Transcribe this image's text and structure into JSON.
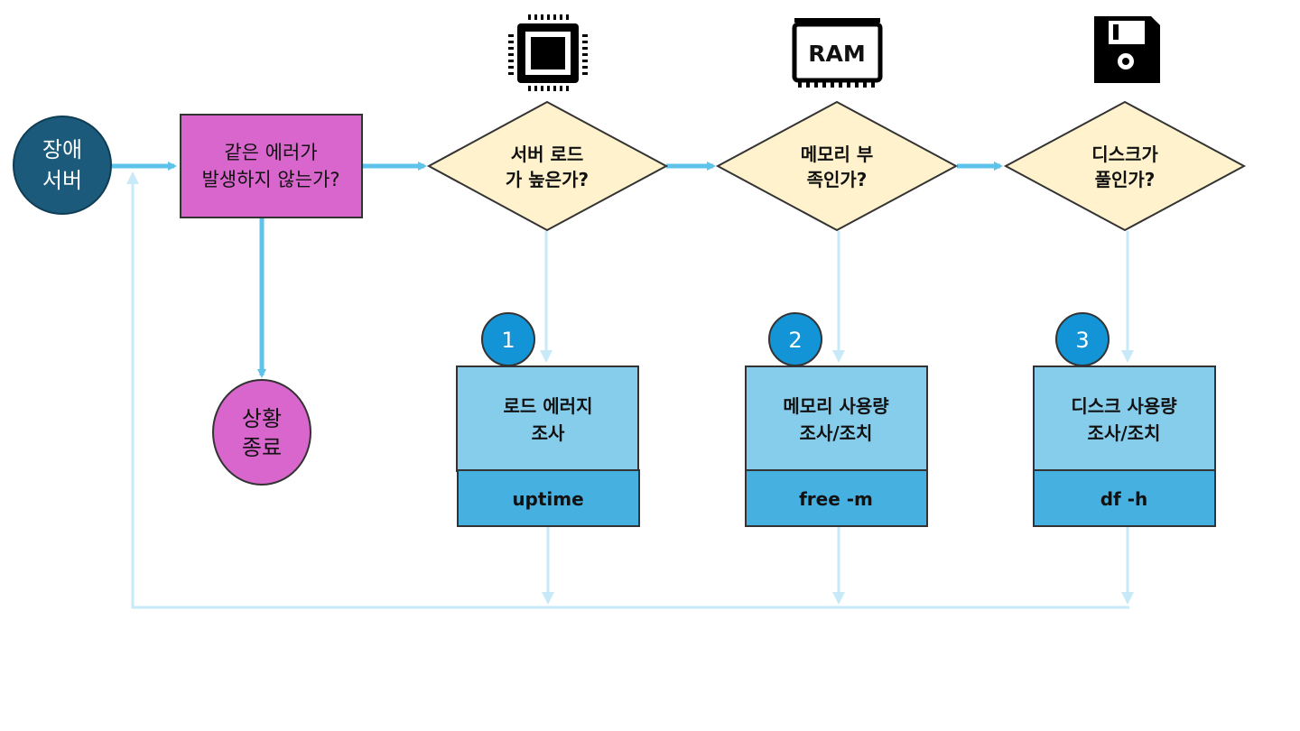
{
  "colors": {
    "start_fill": "#1b5a7a",
    "decision_fill": "#fff2cc",
    "process_pink": "#d966cc",
    "task_fill": "#86cdec",
    "cmd_fill": "#46b1e1",
    "badge_fill": "#1394d6",
    "arrow_strong": "#5ec3ea",
    "arrow_light": "#c7e9f8"
  },
  "start": {
    "line1": "장애",
    "line2": "서버"
  },
  "check_error": {
    "line1": "같은 에러가",
    "line2": "발생하지 않는가?"
  },
  "end": {
    "line1": "상황",
    "line2": "종료"
  },
  "decisions": [
    {
      "line1": "서버 로드",
      "line2": "가 높은가?",
      "icon": "cpu-icon"
    },
    {
      "line1": "메모리 부",
      "line2": "족인가?",
      "icon": "ram-icon",
      "icon_text": "RAM"
    },
    {
      "line1": "디스크가",
      "line2": "풀인가?",
      "icon": "floppy-disk-icon"
    }
  ],
  "tasks": [
    {
      "badge": "1",
      "line1": "로드 에러지",
      "line2": "조사",
      "command": "uptime"
    },
    {
      "badge": "2",
      "line1": "메모리 사용량",
      "line2": "조사/조치",
      "command": "free -m"
    },
    {
      "badge": "3",
      "line1": "디스크 사용량",
      "line2": "조사/조치",
      "command": "df -h"
    }
  ]
}
